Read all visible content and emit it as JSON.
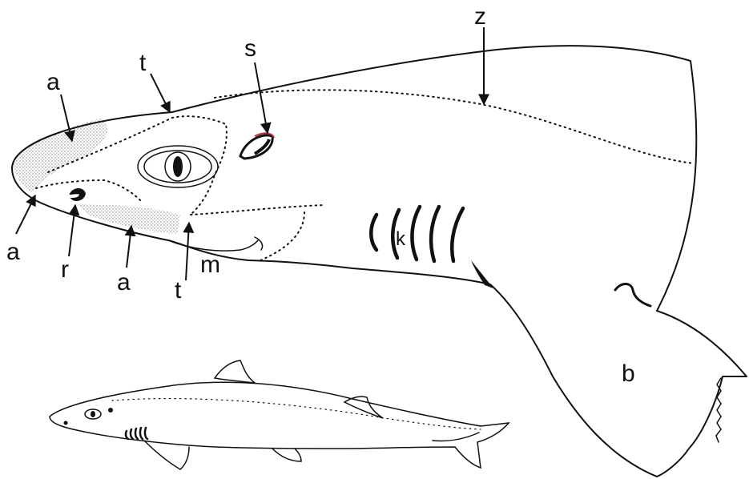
{
  "figure": {
    "labels": {
      "a_upper": "a",
      "t_upper": "t",
      "s": "s",
      "z": "z",
      "a_left": "a",
      "r": "r",
      "a_lower": "a",
      "t_lower": "t",
      "m": "m",
      "k": "k",
      "b": "b"
    },
    "colors": {
      "ink": "#111111",
      "stipple": "#777777",
      "spiracle_rim": "#b0303a",
      "background": "#ffffff"
    }
  }
}
